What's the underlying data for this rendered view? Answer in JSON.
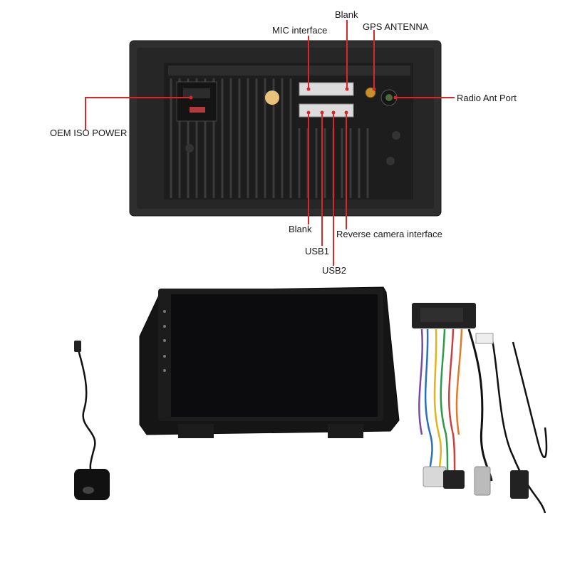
{
  "labels": {
    "blank_top": "Blank",
    "mic_interface": "MIC interface",
    "gps_antenna": "GPS ANTENNA",
    "radio_ant_port": "Radio Ant Port",
    "oem_iso_power": "OEM ISO POWER",
    "blank_bottom": "Blank",
    "usb1": "USB1",
    "usb2": "USB2",
    "reverse_camera": "Reverse camera interface"
  },
  "colors": {
    "callout_line": "#d8262b",
    "unit_body": "#2a2a2a",
    "screen": "#0c0c0e",
    "background": "#ffffff"
  }
}
